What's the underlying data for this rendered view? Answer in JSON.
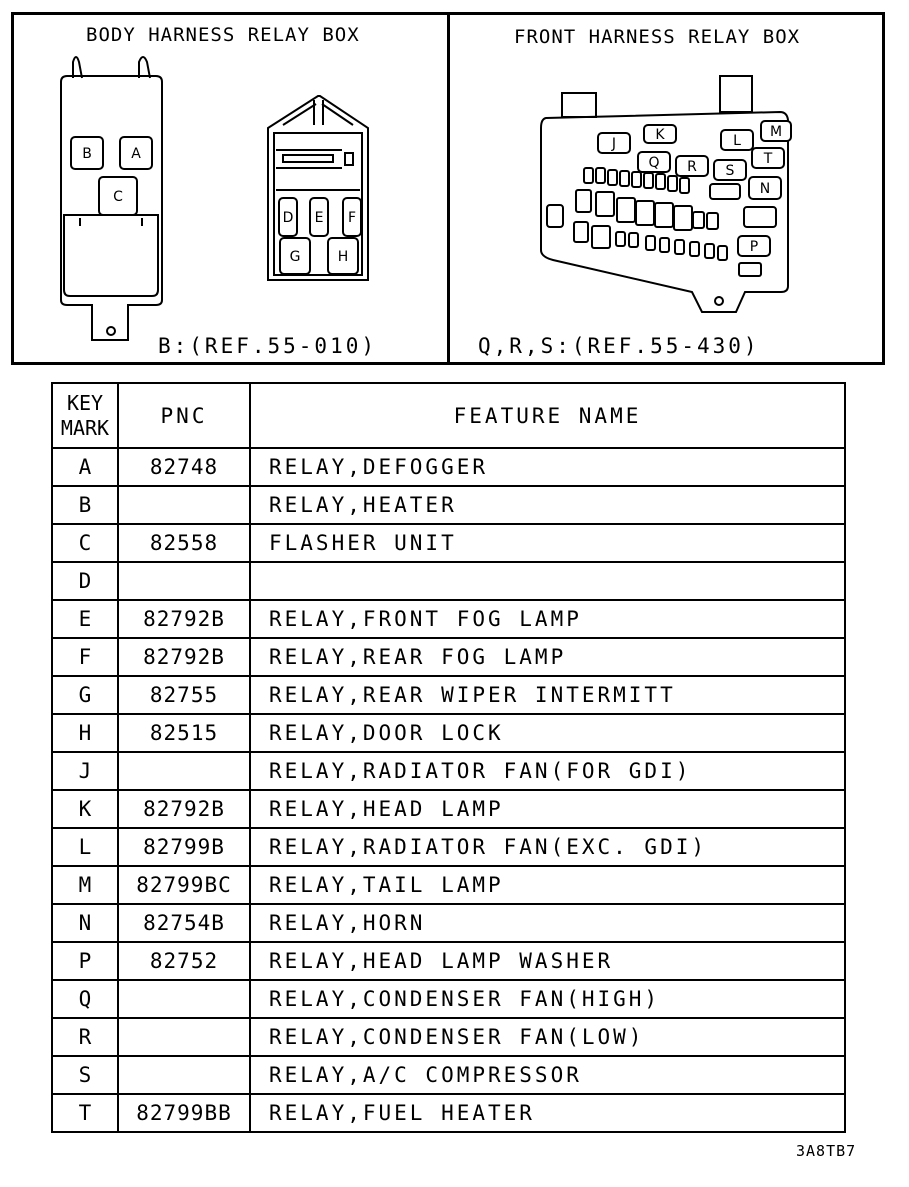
{
  "diagram": {
    "left_title": "BODY HARNESS RELAY BOX",
    "right_title": "FRONT HARNESS RELAY BOX",
    "left_ref": "B:(REF.55-010)",
    "right_ref": "Q,R,S:(REF.55-430)",
    "body_relays": [
      "B",
      "A",
      "C"
    ],
    "body_relays_2": [
      "D",
      "E",
      "F",
      "G",
      "H"
    ],
    "front_relays": [
      "K",
      "L",
      "M",
      "J",
      "Q",
      "R",
      "S",
      "T",
      "N",
      "P"
    ]
  },
  "table": {
    "headers": {
      "key_line1": "KEY",
      "key_line2": "MARK",
      "pnc": "PNC",
      "feature": "FEATURE NAME"
    },
    "rows": [
      {
        "key": "A",
        "pnc": "82748",
        "name": "RELAY,DEFOGGER"
      },
      {
        "key": "B",
        "pnc": "",
        "name": "RELAY,HEATER"
      },
      {
        "key": "C",
        "pnc": "82558",
        "name": "FLASHER UNIT"
      },
      {
        "key": "D",
        "pnc": "",
        "name": ""
      },
      {
        "key": "E",
        "pnc": "82792B",
        "name": "RELAY,FRONT FOG LAMP"
      },
      {
        "key": "F",
        "pnc": "82792B",
        "name": "RELAY,REAR FOG LAMP"
      },
      {
        "key": "G",
        "pnc": "82755",
        "name": "RELAY,REAR WIPER INTERMITT"
      },
      {
        "key": "H",
        "pnc": "82515",
        "name": "RELAY,DOOR LOCK"
      },
      {
        "key": "J",
        "pnc": "",
        "name": "RELAY,RADIATOR FAN(FOR GDI)"
      },
      {
        "key": "K",
        "pnc": "82792B",
        "name": "RELAY,HEAD LAMP"
      },
      {
        "key": "L",
        "pnc": "82799B",
        "name": "RELAY,RADIATOR FAN(EXC. GDI)"
      },
      {
        "key": "M",
        "pnc": "82799BC",
        "name": "RELAY,TAIL LAMP"
      },
      {
        "key": "N",
        "pnc": "82754B",
        "name": "RELAY,HORN"
      },
      {
        "key": "P",
        "pnc": "82752",
        "name": "RELAY,HEAD LAMP WASHER"
      },
      {
        "key": "Q",
        "pnc": "",
        "name": "RELAY,CONDENSER FAN(HIGH)"
      },
      {
        "key": "R",
        "pnc": "",
        "name": "RELAY,CONDENSER FAN(LOW)"
      },
      {
        "key": "S",
        "pnc": "",
        "name": "RELAY,A/C COMPRESSOR"
      },
      {
        "key": "T",
        "pnc": "82799BB",
        "name": "RELAY,FUEL HEATER"
      }
    ]
  },
  "footer": {
    "code": "3A8TB7"
  }
}
